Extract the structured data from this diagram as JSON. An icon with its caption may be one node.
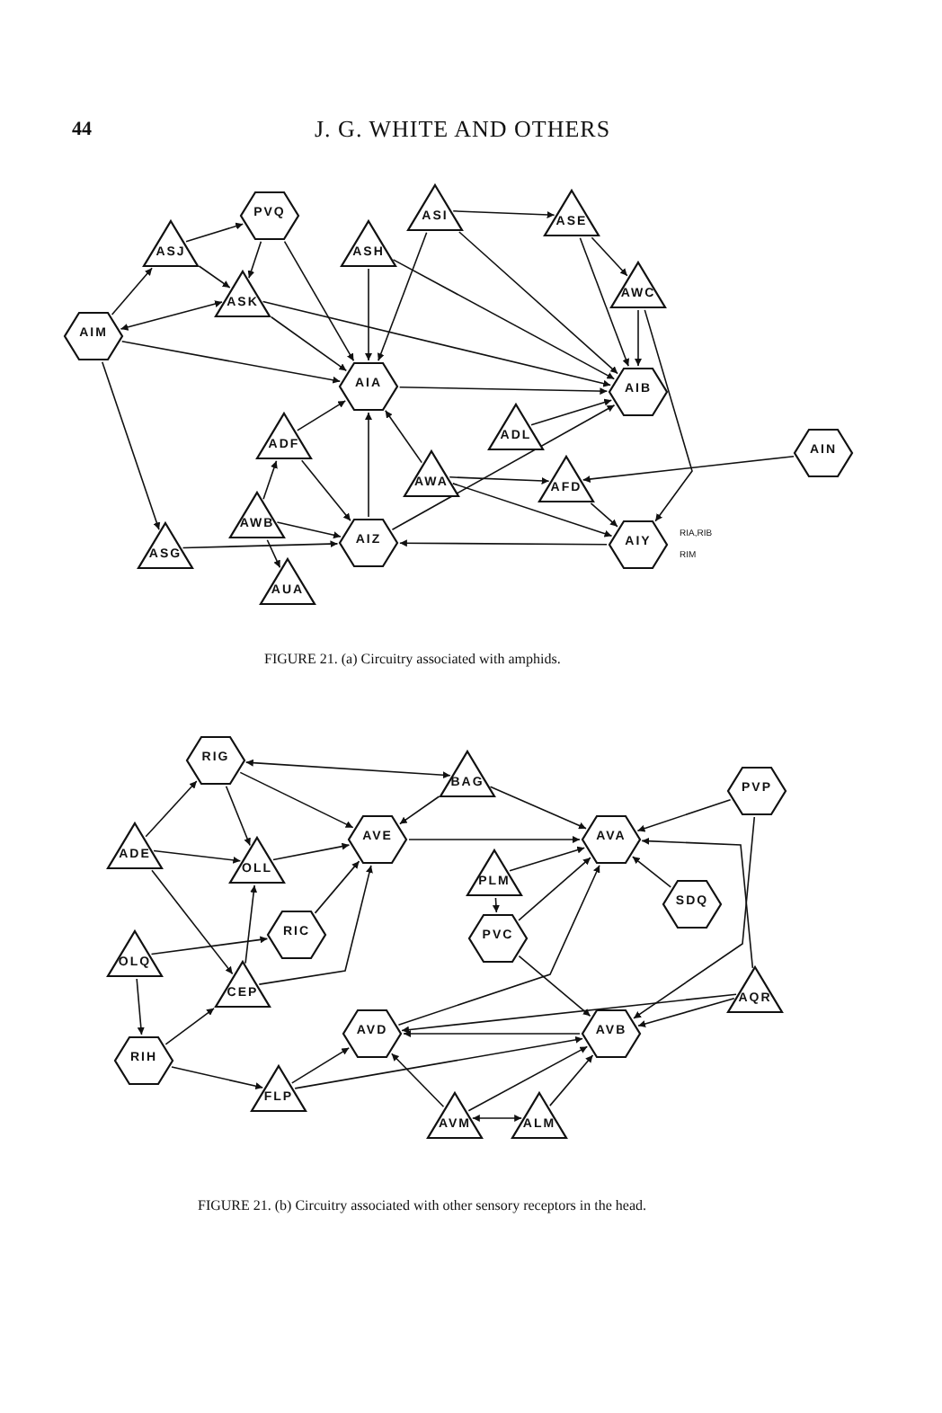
{
  "diagram": {
    "nodes": [
      {
        "text": [
          "PVQ"
        ]
      },
      {
        "text": [
          "ASJ"
        ]
      },
      {
        "text": [
          "ASH"
        ]
      },
      {
        "text": [
          "ASI"
        ]
      },
      {
        "text": [
          "ASE"
        ]
      },
      {
        "text": [
          "AWC"
        ]
      },
      {
        "text": [
          "ASK"
        ]
      },
      {
        "text": [
          "AIM"
        ]
      },
      {
        "text": [
          "AIA"
        ]
      },
      {
        "text": [
          "AIB"
        ]
      },
      {
        "text": [
          "ADF"
        ]
      },
      {
        "text": [
          "ADL"
        ]
      },
      {
        "text": [
          "AWA"
        ]
      },
      {
        "text": [
          "AFD"
        ]
      },
      {
        "text": [
          "AIN"
        ]
      },
      {
        "text": [
          "AWB"
        ]
      },
      {
        "text": [
          "AIZ"
        ]
      },
      {
        "text": [
          "AIY"
        ],
        "beside": [
          "RIA,RIB",
          "RIM"
        ]
      },
      {
        "text": [
          "ASG"
        ]
      },
      {
        "text": [
          "AUA"
        ]
      },
      {
        "text": [
          "RIG"
        ]
      },
      {
        "text": [
          "BAG"
        ]
      },
      {
        "text": [
          "AVE"
        ]
      },
      {
        "text": [
          "AVA"
        ]
      },
      {
        "text": [
          "PVP"
        ]
      },
      {
        "text": [
          "ADE"
        ]
      },
      {
        "text": [
          "OLL"
        ]
      },
      {
        "text": [
          "PLM"
        ]
      },
      {
        "text": [
          "SDQ"
        ]
      },
      {
        "text": [
          "RIC"
        ]
      },
      {
        "text": [
          "PVC"
        ]
      },
      {
        "text": [
          "OLQ"
        ]
      },
      {
        "text": [
          "CEP"
        ]
      },
      {
        "text": [
          "AQR"
        ]
      },
      {
        "text": [
          "AVD"
        ]
      },
      {
        "text": [
          "AVB"
        ]
      },
      {
        "text": [
          "RIH"
        ]
      },
      {
        "text": [
          "FLP"
        ]
      },
      {
        "text": [
          "AVM"
        ]
      },
      {
        "text": [
          "ALM"
        ]
      }
    ],
    "edges": [
      {
        "from": 1,
        "to": 0,
        "arrow": "to"
      },
      {
        "from": 0,
        "to": 6,
        "arrow": "to"
      },
      {
        "from": 1,
        "to": 6,
        "arrow": "to"
      },
      {
        "from": 7,
        "to": 6,
        "arrow": "both"
      },
      {
        "from": 7,
        "to": 1,
        "arrow": "to"
      },
      {
        "from": 7,
        "to": 8,
        "arrow": "to"
      },
      {
        "from": 6,
        "to": 8,
        "arrow": "to"
      },
      {
        "from": 0,
        "to": 8,
        "arrow": "to"
      },
      {
        "from": 2,
        "to": 8,
        "arrow": "to"
      },
      {
        "from": 3,
        "to": 8,
        "arrow": "to"
      },
      {
        "from": 3,
        "to": 4,
        "arrow": "to"
      },
      {
        "from": 4,
        "to": 5,
        "arrow": "to"
      },
      {
        "from": 4,
        "to": 9,
        "arrow": "to"
      },
      {
        "from": 5,
        "to": 9,
        "arrow": "to"
      },
      {
        "from": 3,
        "to": 9,
        "arrow": "to"
      },
      {
        "from": 2,
        "to": 9,
        "arrow": "to"
      },
      {
        "from": 6,
        "to": 9,
        "arrow": "to"
      },
      {
        "from": 8,
        "to": 9,
        "arrow": "to"
      },
      {
        "from": 10,
        "to": 8,
        "arrow": "to"
      },
      {
        "from": 11,
        "to": 9,
        "arrow": "to"
      },
      {
        "from": 12,
        "to": 8,
        "arrow": "to"
      },
      {
        "from": 12,
        "to": 13,
        "arrow": "to"
      },
      {
        "from": 14,
        "to": 13,
        "arrow": "to"
      },
      {
        "from": 13,
        "to": 17,
        "arrow": "to"
      },
      {
        "from": 12,
        "to": 17,
        "arrow": "to"
      },
      {
        "from": 15,
        "to": 10,
        "arrow": "to"
      },
      {
        "from": 15,
        "to": 16,
        "arrow": "to"
      },
      {
        "from": 10,
        "to": 16,
        "arrow": "to"
      },
      {
        "from": 16,
        "to": 8,
        "arrow": "to"
      },
      {
        "from": 18,
        "to": 16,
        "arrow": "to"
      },
      {
        "from": 17,
        "to": 16,
        "arrow": "to"
      },
      {
        "from": 7,
        "to": 18,
        "arrow": "to"
      },
      {
        "from": 16,
        "to": 9,
        "arrow": "to"
      },
      {
        "from": 5,
        "to": 17,
        "arrow": "to"
      },
      {
        "from": 15,
        "to": 19,
        "arrow": "to"
      },
      {
        "from": 20,
        "to": 22,
        "arrow": "to"
      },
      {
        "from": 20,
        "to": 21,
        "arrow": "both"
      },
      {
        "from": 20,
        "to": 26,
        "arrow": "to"
      },
      {
        "from": 25,
        "to": 20,
        "arrow": "to"
      },
      {
        "from": 25,
        "to": 26,
        "arrow": "to"
      },
      {
        "from": 26,
        "to": 22,
        "arrow": "to"
      },
      {
        "from": 25,
        "to": 32,
        "arrow": "to"
      },
      {
        "from": 32,
        "to": 26,
        "arrow": "to"
      },
      {
        "from": 32,
        "to": 22,
        "arrow": "to"
      },
      {
        "from": 29,
        "to": 22,
        "arrow": "to"
      },
      {
        "from": 31,
        "to": 29,
        "arrow": "to"
      },
      {
        "from": 21,
        "to": 22,
        "arrow": "to"
      },
      {
        "from": 21,
        "to": 23,
        "arrow": "to"
      },
      {
        "from": 22,
        "to": 23,
        "arrow": "to"
      },
      {
        "from": 24,
        "to": 23,
        "arrow": "to"
      },
      {
        "from": 27,
        "to": 30,
        "arrow": "to"
      },
      {
        "from": 27,
        "to": 23,
        "arrow": "to"
      },
      {
        "from": 28,
        "to": 23,
        "arrow": "to"
      },
      {
        "from": 30,
        "to": 23,
        "arrow": "to"
      },
      {
        "from": 33,
        "to": 23,
        "arrow": "to"
      },
      {
        "from": 33,
        "to": 34,
        "arrow": "to"
      },
      {
        "from": 33,
        "to": 35,
        "arrow": "to"
      },
      {
        "from": 35,
        "to": 34,
        "arrow": "to"
      },
      {
        "from": 34,
        "to": 23,
        "arrow": "to"
      },
      {
        "from": 38,
        "to": 34,
        "arrow": "to"
      },
      {
        "from": 38,
        "to": 35,
        "arrow": "to"
      },
      {
        "from": 39,
        "to": 35,
        "arrow": "to"
      },
      {
        "from": 38,
        "to": 39,
        "arrow": "both"
      },
      {
        "from": 37,
        "to": 34,
        "arrow": "to"
      },
      {
        "from": 37,
        "to": 35,
        "arrow": "to"
      },
      {
        "from": 36,
        "to": 32,
        "arrow": "to"
      },
      {
        "from": 31,
        "to": 36,
        "arrow": "to"
      },
      {
        "from": 36,
        "to": 37,
        "arrow": "to"
      },
      {
        "from": 24,
        "to": 35,
        "arrow": "to"
      },
      {
        "from": 30,
        "to": 35,
        "arrow": "to"
      }
    ],
    "labels": [
      "44",
      "J. G. WHITE AND OTHERS",
      "FIGURE 21. (a) Circuitry associated with amphids.",
      "FIGURE 21. (b) Circuitry associated with other sensory receptors in the head."
    ]
  }
}
